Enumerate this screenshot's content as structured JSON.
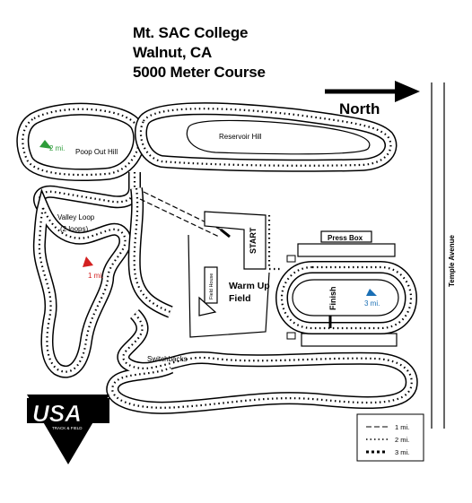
{
  "title": {
    "line1": "Mt. SAC College",
    "line2": "Walnut, CA",
    "line3": "5000 Meter Course"
  },
  "north_label": "North",
  "street_label": "Temple Avenue",
  "places": {
    "poop_out_hill": "Poop Out Hill",
    "reservoir_hill": "Reservoir Hill",
    "valley_loop": "Valley Loop",
    "valley_loop_note": "(2 loops)",
    "switchbacks": "Switchbacks",
    "warm_up_field_1": "Warm Up",
    "warm_up_field_2": "Field",
    "press_box": "Press Box",
    "field_house": "Field House",
    "start": "START",
    "finish": "Finish"
  },
  "markers": [
    {
      "label": "2 mi.",
      "color": "#2e9c3a"
    },
    {
      "label": "1 mi.",
      "color": "#d32020"
    },
    {
      "label": "3 mi.",
      "color": "#1a6fb5"
    }
  ],
  "legend": [
    {
      "label": "1 mi.",
      "style": "dash"
    },
    {
      "label": "2 mi.",
      "style": "dot"
    },
    {
      "label": "3 mi.",
      "style": "square"
    }
  ],
  "logo": {
    "text": "USA",
    "subtext": "TRACK & FIELD"
  }
}
